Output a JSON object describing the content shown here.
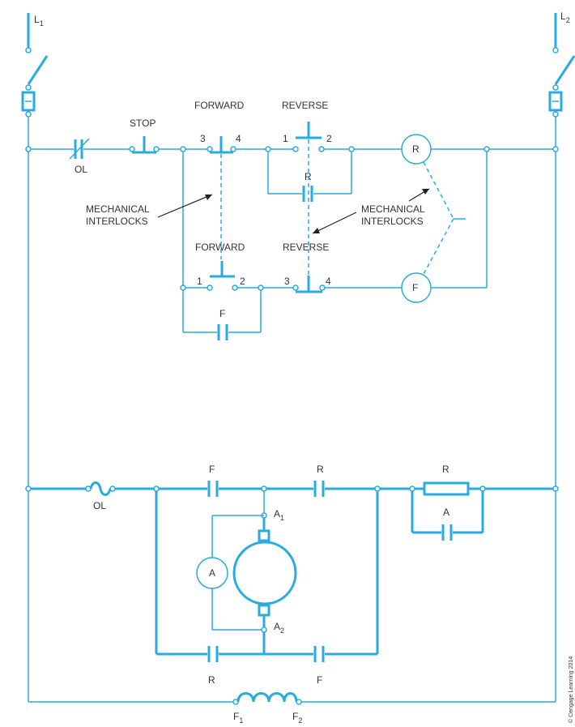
{
  "labels": {
    "l1": "L",
    "l1_sub": "1",
    "l2": "L",
    "l2_sub": "2",
    "stop": "STOP",
    "ol_control": "OL",
    "forward_top": "FORWARD",
    "reverse_top": "REVERSE",
    "fwd_term_3": "3",
    "fwd_term_4": "4",
    "rev_term_1": "1",
    "rev_term_2": "2",
    "r_contact_control": "R",
    "mech_interlocks_left": "MECHANICAL",
    "mech_interlocks_left_2": "INTERLOCKS",
    "mech_interlocks_right": "MECHANICAL",
    "mech_interlocks_right_2": "INTERLOCKS",
    "forward_bottom": "FORWARD",
    "reverse_bottom": "REVERSE",
    "fwd2_term_1": "1",
    "fwd2_term_2": "2",
    "rev2_term_3": "3",
    "rev2_term_4": "4",
    "f_contact_control": "F",
    "coil_r": "R",
    "coil_f": "F",
    "ol_power": "OL",
    "f_top_power": "F",
    "r_top_power": "R",
    "r_resistor": "R",
    "a_contact": "A",
    "ammeter": "A",
    "a1": "A",
    "a1_sub": "1",
    "a2": "A",
    "a2_sub": "2",
    "r_bottom_power": "R",
    "f_bottom_power": "F",
    "f1": "F",
    "f1_sub": "1",
    "f2": "F",
    "f2_sub": "2",
    "copyright": "© Cengage Learning 2014"
  }
}
